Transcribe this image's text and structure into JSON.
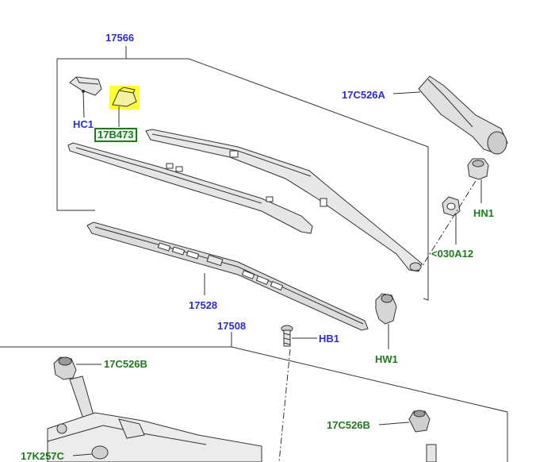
{
  "title": "",
  "callouts": {
    "c17566": "17566",
    "c17C526A": "17C526A",
    "cHC1": "HC1",
    "c17B473": "17B473",
    "cHN1": "HN1",
    "c030A12": "<030A12",
    "c17528": "17528",
    "c17508": "17508",
    "cHB1": "HB1",
    "cHW1": "HW1",
    "c17C526B_left": "17C526B",
    "c17C526B_right": "17C526B",
    "c17K257C": "17K257C"
  },
  "colors": {
    "label_blue": "#2b2bd6",
    "label_green": "#1f7a1f",
    "highlight": "#ffff33",
    "line": "#333333",
    "part_fill": "#e6e6e6"
  }
}
